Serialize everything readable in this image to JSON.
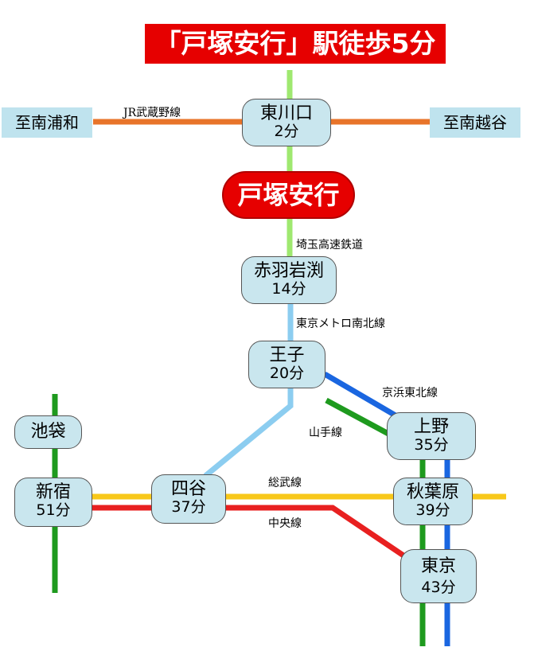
{
  "title": "「戸塚安行」駅徒歩5分",
  "home_station": "戸塚安行",
  "destinations": {
    "west": "至南浦和",
    "east": "至南越谷"
  },
  "lines": {
    "musashino": "JR武蔵野線",
    "saitama": "埼玉高速鉄道",
    "namboku": "東京メトロ南北線",
    "keihin": "京浜東北線",
    "yamanote": "山手線",
    "sobu": "総武線",
    "chuo": "中央線"
  },
  "stations": {
    "higashikawaguchi": {
      "name": "東川口",
      "time": "2分"
    },
    "akabaneiwabuchi": {
      "name": "赤羽岩渕",
      "time": "14分"
    },
    "oji": {
      "name": "王子",
      "time": "20分"
    },
    "ueno": {
      "name": "上野",
      "time": "35分"
    },
    "ikebukuro": {
      "name": "池袋"
    },
    "shinjuku": {
      "name": "新宿",
      "time": "51分"
    },
    "yotsuya": {
      "name": "四谷",
      "time": "37分"
    },
    "akihabara": {
      "name": "秋葉原",
      "time": "39分"
    },
    "tokyo": {
      "name": "東京",
      "time": "43分"
    }
  },
  "colors": {
    "title_bg": "#e60000",
    "musashino": "#e8742a",
    "saitama": "#9fe870",
    "namboku": "#8ccdf0",
    "keihin": "#1a66e0",
    "yamanote": "#1e9a1e",
    "sobu": "#f8c81a",
    "chuo": "#e82020",
    "station_fill": "#c9e6ee"
  }
}
